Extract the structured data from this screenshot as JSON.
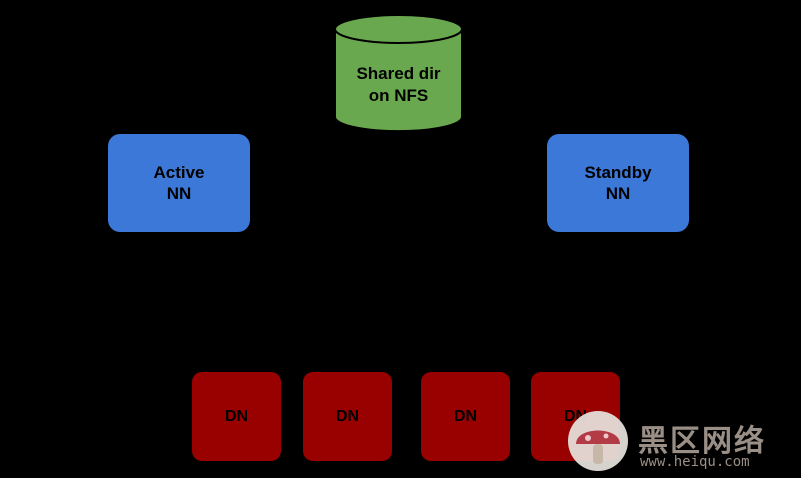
{
  "colors": {
    "background": "#000000",
    "nfs_fill": "#6aa84f",
    "namenode_fill": "#3c78d8",
    "datanode_fill": "#990000",
    "text": "#000000"
  },
  "storage": {
    "line1": "Shared dir",
    "line2": "on NFS"
  },
  "active_nn": {
    "line1": "Active",
    "line2": "NN"
  },
  "standby_nn": {
    "line1": "Standby",
    "line2": "NN"
  },
  "datanodes": [
    {
      "label": "DN"
    },
    {
      "label": "DN"
    },
    {
      "label": "DN"
    },
    {
      "label": "DN"
    }
  ],
  "watermark": {
    "brand": "黑区网络",
    "url": "www.heiqu.com"
  }
}
